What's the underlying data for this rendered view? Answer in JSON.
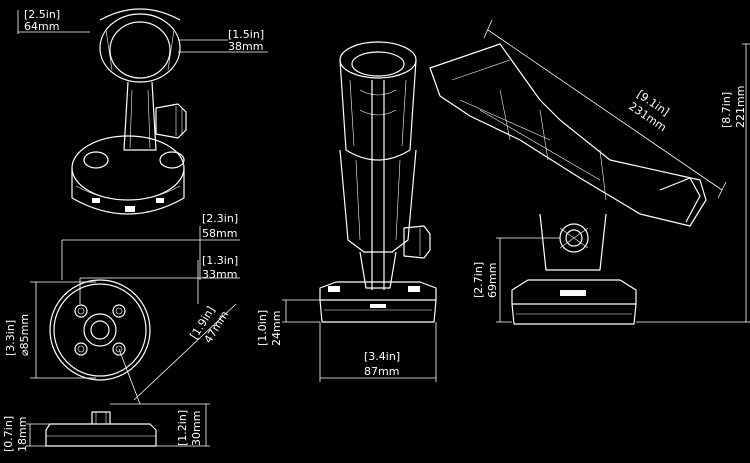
{
  "dimensions": {
    "top_width": {
      "inch": "[2.5in]",
      "mm": "64mm"
    },
    "tube_diameter": {
      "inch": "[1.5in]",
      "mm": "38mm"
    },
    "base_width": {
      "inch": "[2.3in]",
      "mm": "58mm"
    },
    "bolt_spacing": {
      "inch": "[1.3in]",
      "mm": "33mm"
    },
    "base_diameter": {
      "inch": "[3.3in]",
      "mm": "⌀85mm"
    },
    "bolt_diagonal": {
      "inch": "[1.9in]",
      "mm": "47mm"
    },
    "base_plate_height": {
      "inch": "[0.7in]",
      "mm": "18mm"
    },
    "base_total_height": {
      "inch": "[1.2in]",
      "mm": "30mm"
    },
    "front_base_height": {
      "inch": "[1.0in]",
      "mm": "24mm"
    },
    "front_base_width": {
      "inch": "[3.4in]",
      "mm": "87mm"
    },
    "holder_length": {
      "inch": "[9.1in]",
      "mm": "231mm"
    },
    "overall_height": {
      "inch": "[8.7in]",
      "mm": "221mm"
    },
    "mount_height": {
      "inch": "[2.7in]",
      "mm": "69mm"
    }
  }
}
